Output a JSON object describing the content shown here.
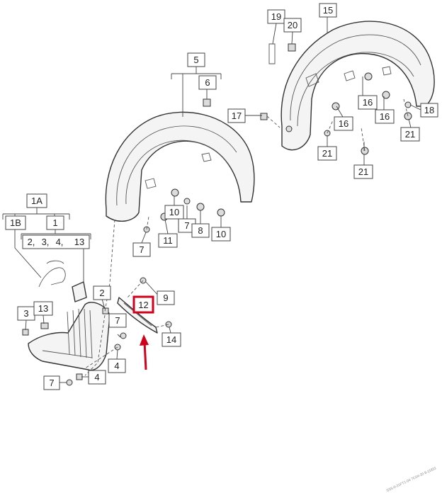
{
  "diagram": {
    "labels": {
      "l1A": "1A",
      "l1B": "1B",
      "l1": "1",
      "l2a": "2,",
      "l3a": "3,",
      "l4a": "4,",
      "l13a": "13",
      "l2": "2",
      "l3": "3",
      "l13": "13",
      "l4a_b": "4",
      "l4b": "4",
      "l5": "5",
      "l6": "6",
      "l7a": "7",
      "l7b": "7",
      "l7c": "7",
      "l7d": "7",
      "l8": "8",
      "l9": "9",
      "l10a": "10",
      "l10b": "10",
      "l11": "11",
      "l12": "12",
      "l14": "14",
      "l15": "15",
      "l16a": "16",
      "l16b": "16",
      "l16c": "16",
      "l17": "17",
      "l18": "18",
      "l19": "19",
      "l20": "20",
      "l21a": "21",
      "l21b": "21",
      "l21c": "21"
    },
    "highlight_color": "#d0021b",
    "watermark": "SS5-0-21FT1-04 7C04-20 8-11831"
  }
}
